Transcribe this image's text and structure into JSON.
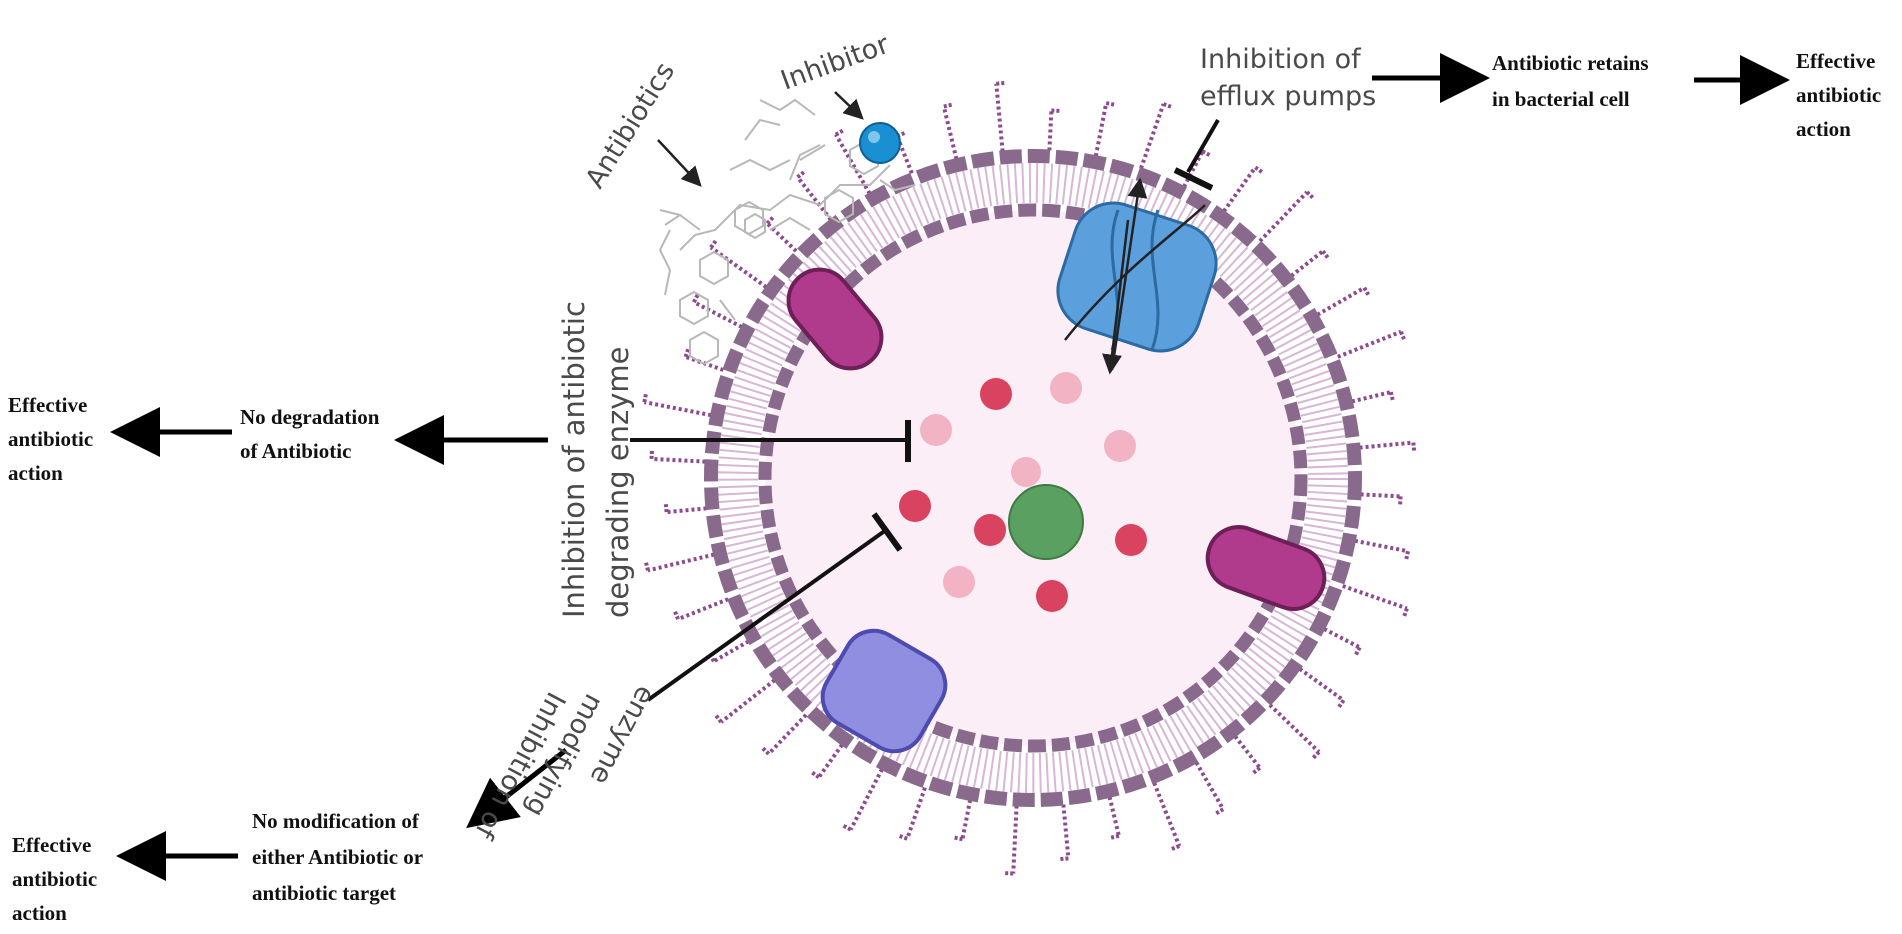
{
  "labels": {
    "antibiotics": "Antibiotics",
    "inhibitor": "Inhibitor",
    "efflux_line1": "Inhibition of",
    "efflux_line2": "efflux pumps",
    "retains_line1": "Antibiotic  retains",
    "retains_line2": "in bacterial  cell",
    "effective_right": [
      "Effective",
      "antibiotic",
      "action"
    ],
    "degrading_line1": "Inhibition  of  antibiotic",
    "degrading_line2": "degrading enzyme",
    "no_degradation_line1": "No degradation",
    "no_degradation_line2": "of  Antibiotic",
    "effective_left": [
      "Effective",
      "antibiotic",
      "action"
    ],
    "modifying_line1": "Inhibition    of",
    "modifying_line2": "modifying",
    "modifying_line3": "enzyme",
    "no_modification_line1": "No modification  of",
    "no_modification_line2": "either Antibiotic  or",
    "no_modification_line3": "antibiotic  target",
    "effective_bottom": [
      "Effective",
      "antibiotic",
      "action"
    ]
  },
  "colors": {
    "membrane": "#8a6a8c",
    "membrane_tails": "#c9a3c8",
    "cytoplasm": "#fbeef6",
    "lps": "#8e4a8f",
    "porin_magenta": "#b03a8c",
    "efflux_pump": "#5b9fdc",
    "violet_protein": "#8f8ee0",
    "nucleoid": "#5aa060",
    "molecule_red": "#d9435f",
    "molecule_pink": "#f2b3c4",
    "inhibitor": "#1a8fd1"
  }
}
